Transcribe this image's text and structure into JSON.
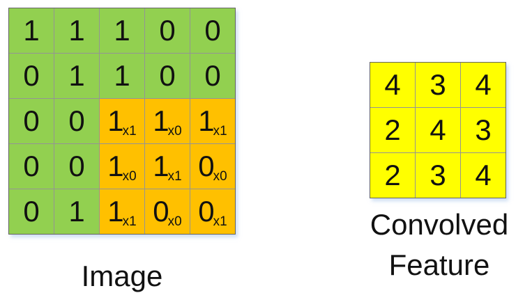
{
  "colors": {
    "green": "#92d050",
    "orange": "#ffc000",
    "yellow": "#ffff00",
    "line": "rgba(60,60,60,0.55)",
    "text": "#111111"
  },
  "image_grid": {
    "label": "Image",
    "rows": [
      [
        {
          "v": "1"
        },
        {
          "v": "1"
        },
        {
          "v": "1"
        },
        {
          "v": "0"
        },
        {
          "v": "0"
        }
      ],
      [
        {
          "v": "0"
        },
        {
          "v": "1"
        },
        {
          "v": "1"
        },
        {
          "v": "0"
        },
        {
          "v": "0"
        }
      ],
      [
        {
          "v": "0"
        },
        {
          "v": "0"
        },
        {
          "v": "1",
          "sub": "x1",
          "hl": true
        },
        {
          "v": "1",
          "sub": "x0",
          "hl": true
        },
        {
          "v": "1",
          "sub": "x1",
          "hl": true
        }
      ],
      [
        {
          "v": "0"
        },
        {
          "v": "0"
        },
        {
          "v": "1",
          "sub": "x0",
          "hl": true
        },
        {
          "v": "1",
          "sub": "x1",
          "hl": true
        },
        {
          "v": "0",
          "sub": "x0",
          "hl": true
        }
      ],
      [
        {
          "v": "0"
        },
        {
          "v": "1"
        },
        {
          "v": "1",
          "sub": "x1",
          "hl": true
        },
        {
          "v": "0",
          "sub": "x0",
          "hl": true
        },
        {
          "v": "0",
          "sub": "x1",
          "hl": true
        }
      ]
    ]
  },
  "convolved_grid": {
    "label_lines": [
      "Convolved",
      "Feature"
    ],
    "rows": [
      [
        "4",
        "3",
        "4"
      ],
      [
        "2",
        "4",
        "3"
      ],
      [
        "2",
        "3",
        "4"
      ]
    ]
  }
}
